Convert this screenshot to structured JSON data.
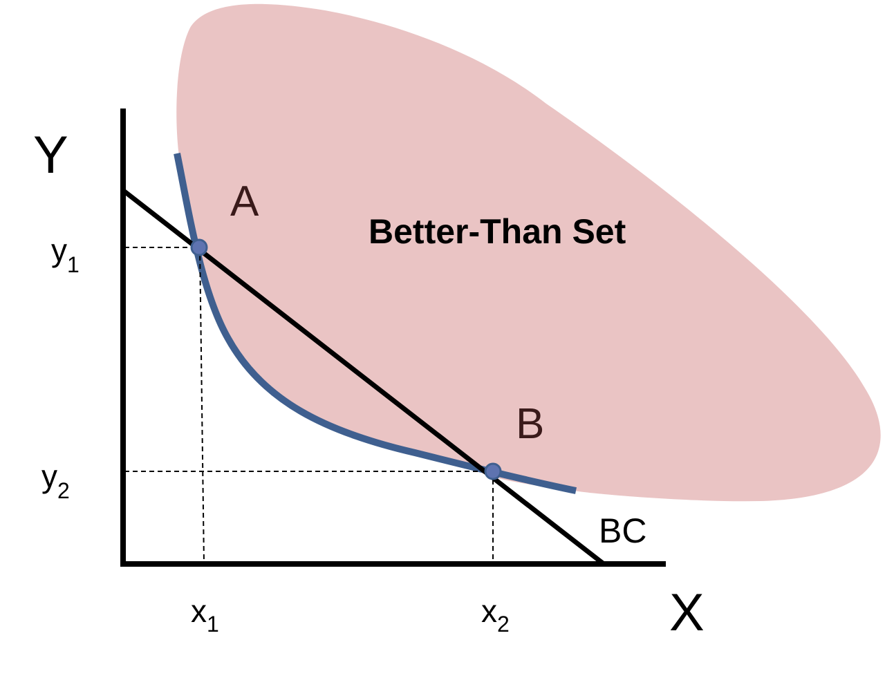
{
  "axes": {
    "y_label": "Y",
    "x_label": "X"
  },
  "ticks": {
    "y1": {
      "main": "y",
      "sub": "1"
    },
    "y2": {
      "main": "y",
      "sub": "2"
    },
    "x1": {
      "main": "x",
      "sub": "1"
    },
    "x2": {
      "main": "x",
      "sub": "2"
    }
  },
  "points": {
    "a_label": "A",
    "b_label": "B"
  },
  "region": {
    "label": "Better-Than Set"
  },
  "budget_constraint": {
    "label": "BC"
  },
  "colors": {
    "region_fill": "#eac4c4",
    "indifference_curve": "#3f5f8f",
    "axes": "#000000",
    "budget_line": "#000000",
    "point_fill": "#5e73b0",
    "guide_lines": "#000000"
  }
}
